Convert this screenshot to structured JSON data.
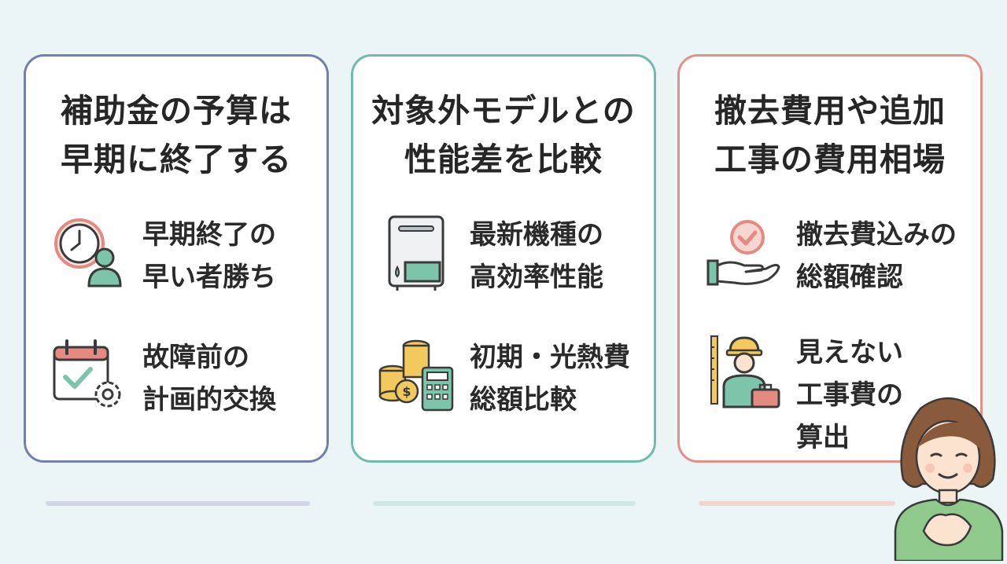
{
  "cards": [
    {
      "title_lines": [
        "補助金の予算は",
        "早期に終了する"
      ],
      "items": [
        {
          "icon": "clock-person-icon",
          "lines": [
            "早期終了の",
            "早い者勝ち"
          ]
        },
        {
          "icon": "calendar-gear-icon",
          "lines": [
            "故障前の",
            "計画的交換"
          ]
        }
      ],
      "accent": "#7180ac"
    },
    {
      "title_lines": [
        "対象外モデルとの",
        "性能差を比較"
      ],
      "items": [
        {
          "icon": "water-heater-icon",
          "lines": [
            "最新機種の",
            "高効率性能"
          ]
        },
        {
          "icon": "coins-calculator-icon",
          "lines": [
            "初期・光熱費",
            "総額比較"
          ]
        }
      ],
      "accent": "#6fbcae"
    },
    {
      "title_lines": [
        "撤去費用や追加",
        "工事の費用相場"
      ],
      "items": [
        {
          "icon": "hand-check-icon",
          "lines": [
            "撤去費込みの",
            "総額確認"
          ]
        },
        {
          "icon": "worker-toolbox-icon",
          "lines": [
            "見えない",
            "工事費の",
            "算出"
          ]
        }
      ],
      "accent": "#e49088"
    }
  ],
  "colors": {
    "background": "#ebf5f6",
    "teal": "#7cc5ab",
    "salmon": "#e48a80",
    "navy": "#3a3a3a"
  }
}
